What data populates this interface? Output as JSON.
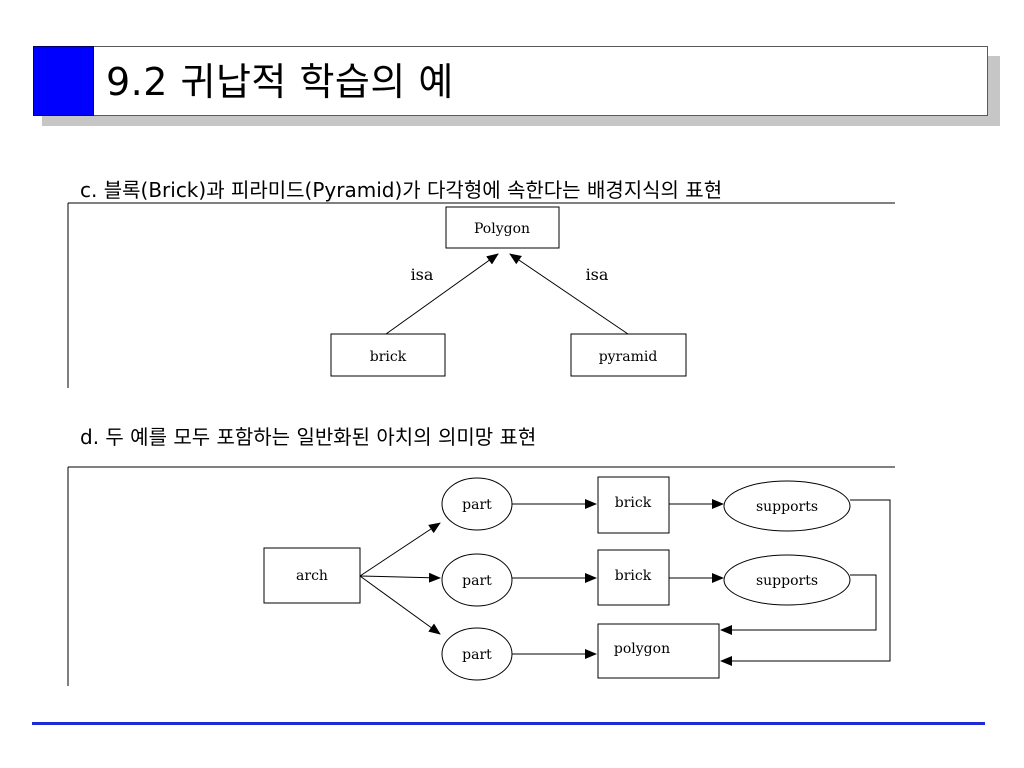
{
  "slide": {
    "title": "9.2 귀납적 학습의 예",
    "accent_color": "#0000ff",
    "rule_color": "#1f2bd6"
  },
  "section_c": {
    "caption": "c. 블록(Brick)과 피라미드(Pyramid)가 다각형에 속한다는 배경지식의 표현",
    "nodes": {
      "polygon": "Polygon",
      "brick": "brick",
      "pyramid": "pyramid"
    },
    "edges": {
      "left_label": "isa",
      "right_label": "isa"
    }
  },
  "section_d": {
    "caption": "d. 두 예를 모두 포함하는 일반화된 아치의 의미망 표현",
    "nodes": {
      "arch": "arch",
      "part1": "part",
      "part2": "part",
      "part3": "part",
      "brick1": "brick",
      "brick2": "brick",
      "polygon": "polygon",
      "supports1": "supports",
      "supports2": "supports"
    }
  }
}
